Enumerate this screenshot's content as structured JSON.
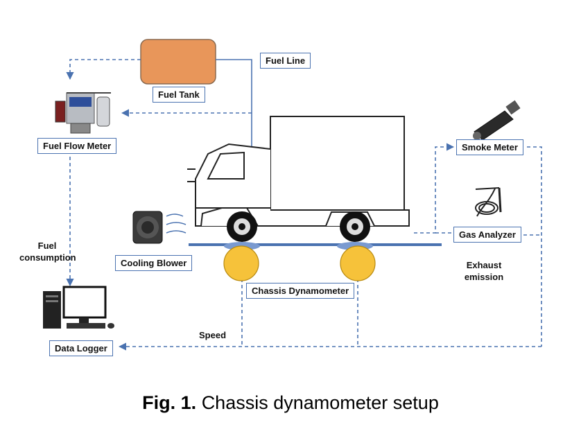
{
  "labels": {
    "fuel_tank": "Fuel Tank",
    "fuel_line": "Fuel Line",
    "fuel_flow_meter": "Fuel Flow Meter",
    "smoke_meter": "Smoke Meter",
    "gas_analyzer": "Gas Analyzer",
    "cooling_blower": "Cooling Blower",
    "chassis_dynamometer": "Chassis Dynamometer",
    "data_logger": "Data Logger"
  },
  "annotations": {
    "fuel_consumption_1": "Fuel",
    "fuel_consumption_2": "consumption",
    "exhaust_1": "Exhaust",
    "exhaust_2": "emission",
    "speed": "Speed"
  },
  "caption": {
    "prefix": "Fig. 1.",
    "text": "Chassis dynamometer setup"
  },
  "colors": {
    "line": "#4a72b0",
    "tank": "#e8965a",
    "roller": "#f6c23a"
  }
}
